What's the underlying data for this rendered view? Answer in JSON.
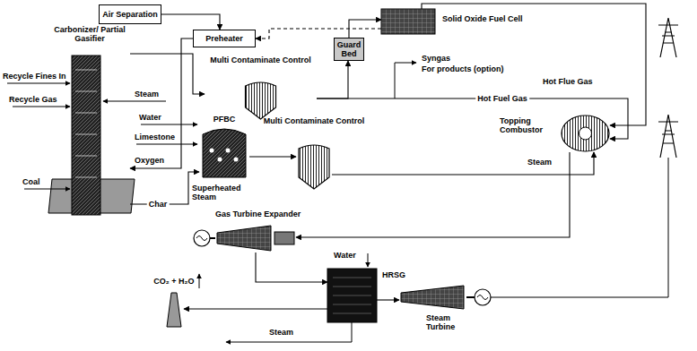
{
  "diagram": {
    "nodes": [
      {
        "text": [
          "Air Separation"
        ]
      },
      {
        "text": [
          "Preheater"
        ]
      },
      {
        "text": [
          "Carbonizer/ Partial Gasifier"
        ]
      },
      {
        "text": [
          "Multi Contaminate Control"
        ]
      },
      {
        "text": [
          "Guard Bed"
        ]
      },
      {
        "text": [
          "Solid Oxide Fuel Cell"
        ]
      },
      {
        "text": [
          "PFBC"
        ]
      },
      {
        "text": [
          "Multi Contaminate Control"
        ]
      },
      {
        "text": [
          "Topping Combustor"
        ]
      },
      {
        "text": [
          "Gas Turbine Expander"
        ]
      },
      {
        "text": [
          "HRSG"
        ]
      },
      {
        "text": [
          "Steam Turbine"
        ]
      },
      {
        "text": [
          "CO₂ + H₂O"
        ]
      }
    ],
    "edges": [
      {
        "from": 0,
        "to": 1,
        "arrow": "to"
      },
      {
        "from": 1,
        "to": 2,
        "arrow": "to"
      },
      {
        "from": 2,
        "to": 3,
        "arrow": "to"
      },
      {
        "from": 3,
        "to": 4,
        "arrow": "to"
      },
      {
        "from": 4,
        "to": 5,
        "arrow": "to"
      },
      {
        "from": 3,
        "to": 8,
        "label": "Hot Fuel Gas",
        "arrow": "to"
      },
      {
        "from": 5,
        "to": 1,
        "arrow": "to"
      },
      {
        "from": 5,
        "to": 8,
        "arrow": "to"
      },
      {
        "from": 2,
        "to": 6,
        "label": "Char",
        "arrow": "to"
      },
      {
        "from": 6,
        "to": 7,
        "arrow": "to"
      },
      {
        "from": 7,
        "to": 8,
        "arrow": "to"
      },
      {
        "from": 8,
        "to": 9,
        "arrow": "to"
      },
      {
        "from": 9,
        "to": 10,
        "arrow": "to"
      },
      {
        "from": 10,
        "to": 12,
        "arrow": "to"
      },
      {
        "from": 10,
        "to": 11,
        "arrow": "to"
      }
    ],
    "labels": [
      "Recycle Fines In",
      "Recycle Gas",
      "Coal",
      "Steam",
      "Oxygen",
      "Water",
      "Limestone",
      "Superheated Steam",
      "Syngas",
      "For products (option)",
      "Hot Flue Gas",
      "Steam",
      "Water",
      "Steam"
    ]
  }
}
